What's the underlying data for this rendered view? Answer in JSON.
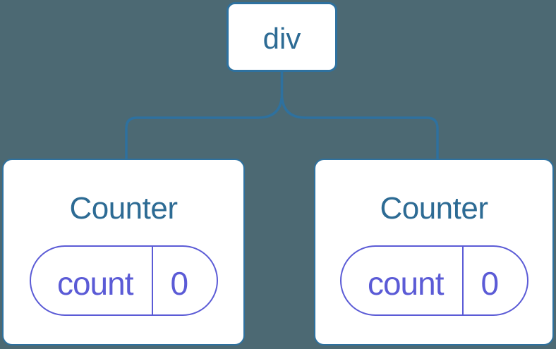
{
  "diagram": {
    "type": "component-tree",
    "colors": {
      "bg": "#4C6973",
      "node-fill": "#FFFFFF",
      "stroke": "#2E719F",
      "text-blue": "#2D6B94",
      "state": "#5B5BD6"
    },
    "root": {
      "label": "div"
    },
    "children": [
      {
        "title": "Counter",
        "state": {
          "name": "count",
          "value": "0"
        }
      },
      {
        "title": "Counter",
        "state": {
          "name": "count",
          "value": "0"
        }
      }
    ]
  }
}
